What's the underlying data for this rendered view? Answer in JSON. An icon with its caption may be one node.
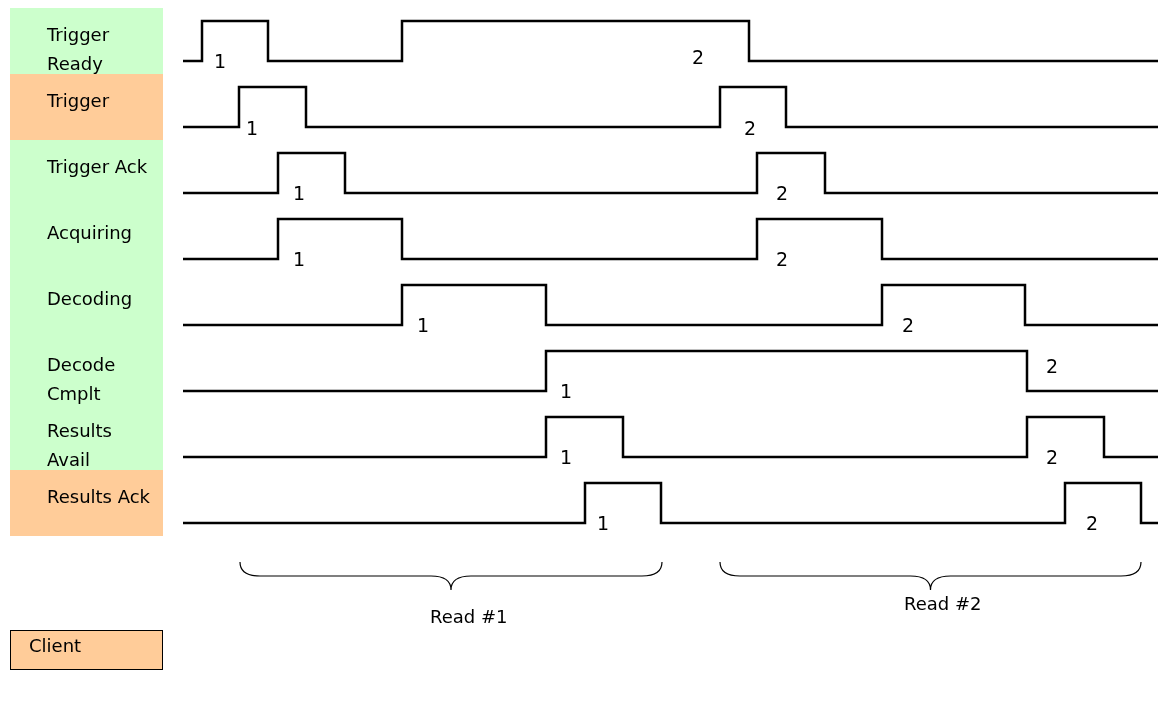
{
  "diagram": {
    "nodes": [
      {
        "text": [
          "Trigger Ready"
        ]
      },
      {
        "text": [
          "Trigger"
        ]
      },
      {
        "text": [
          "Trigger Ack"
        ]
      },
      {
        "text": [
          "Acquiring"
        ]
      },
      {
        "text": [
          "Decoding"
        ]
      },
      {
        "text": [
          "Decode Cmplt"
        ]
      },
      {
        "text": [
          "Results Avail"
        ]
      },
      {
        "text": [
          "Results Ack"
        ]
      }
    ],
    "labels": [
      "1",
      "2",
      "1",
      "2",
      "1",
      "2",
      "1",
      "2",
      "1",
      "2",
      "1",
      "2",
      "1",
      "2",
      "1",
      "2",
      "Read #1",
      "Read #2"
    ],
    "legend": [
      {
        "text": "Client",
        "color": "#ffcc99"
      }
    ]
  }
}
